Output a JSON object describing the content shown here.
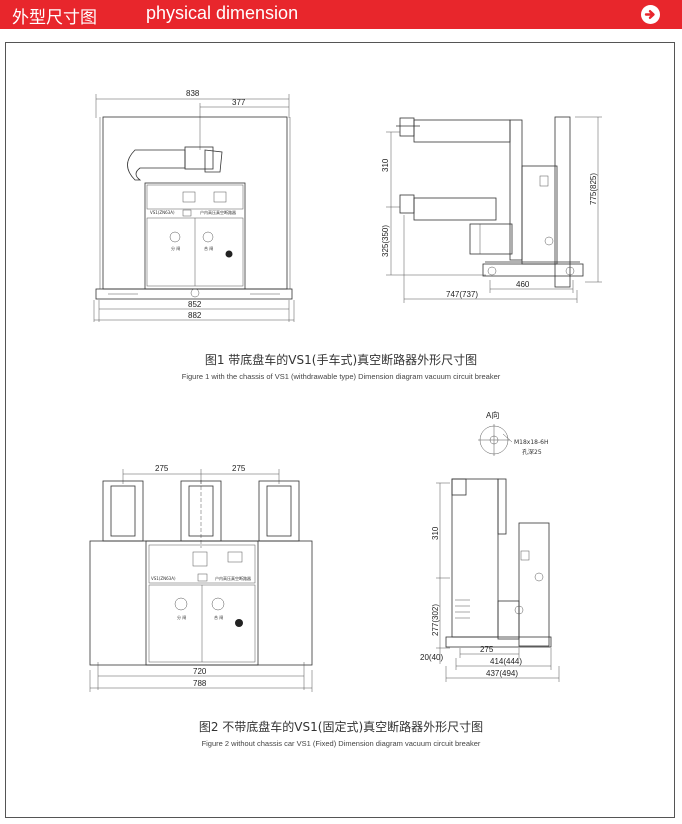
{
  "header": {
    "title_cn": "外型尺寸图",
    "title_en": "physical dimension",
    "arrow_icon": "arrow-right-circle-icon",
    "color": "#e8262c"
  },
  "figure1": {
    "caption_cn": "图1 带底盘车的VS1(手车式)真空断路器外形尺寸图",
    "caption_en": "Figure 1 with the chassis of VS1 (withdrawable type) Dimension diagram vacuum circuit breaker",
    "dims": {
      "top_838": "838",
      "top_377": "377",
      "bottom_852": "852",
      "bottom_882": "882",
      "side_310": "310",
      "side_325": "325(350)",
      "side_775": "775(825)",
      "bottom_460": "460",
      "bottom_747": "747(737)"
    },
    "panel_label": "VS1(ZN63A)",
    "panel_title": "户内高压真空断路器",
    "btn_open": "分 闸",
    "btn_close": "合 闸"
  },
  "figure2": {
    "caption_cn": "图2 不带底盘车的VS1(固定式)真空断路器外形尺寸图",
    "caption_en": "Figure 2 without chassis car VS1 (Fixed) Dimension diagram vacuum circuit breaker",
    "dims": {
      "top_275a": "275",
      "top_275b": "275",
      "bottom_720": "720",
      "bottom_788": "788",
      "side_310": "310",
      "side_277": "277(302)",
      "side_20": "20(40)",
      "bottom_275": "275",
      "bottom_414": "414(444)",
      "bottom_437": "437(494)"
    },
    "a_direction": "A向",
    "thread": "M18x18-6H",
    "hole_depth": "孔深25",
    "panel_label": "VS1(ZN63A)",
    "panel_title": "户内高压真空断路器",
    "btn_open": "分 闸",
    "btn_close": "合 闸"
  }
}
